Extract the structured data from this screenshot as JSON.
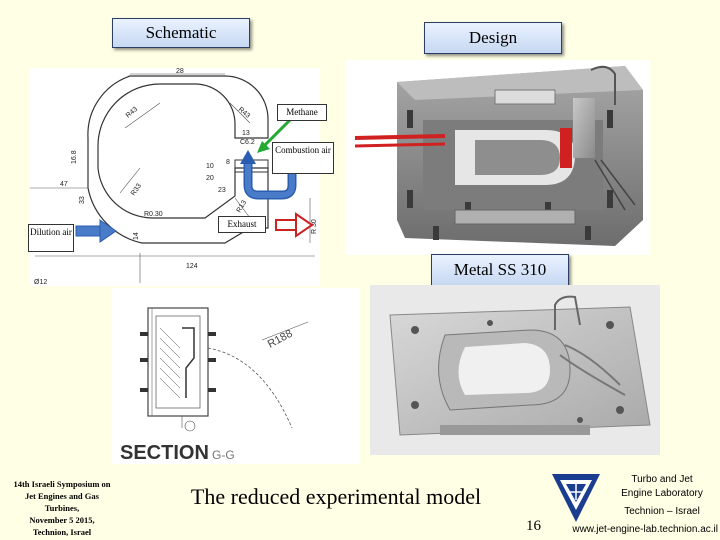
{
  "labels": {
    "schematic": "Schematic",
    "design": "Design",
    "metal": "Metal SS 310",
    "methane": "Methane",
    "combustion_air": "Combustion air",
    "exhaust": "Exhaust",
    "dilution_air": "Dilution air"
  },
  "drawing": {
    "dims": [
      "28",
      "R43",
      "R43",
      "13",
      "C6.2",
      "8",
      "10",
      "16.8",
      "20",
      "47",
      "33",
      "R33",
      "23",
      "R13",
      "R0.30",
      "14",
      "124",
      "R 30",
      "Ø12"
    ]
  },
  "section": {
    "title": "SECTION",
    "suffix": "G-G",
    "dim": "R188"
  },
  "footer": {
    "symposium_lines": [
      "14th Israeli Symposium on",
      "Jet Engines and Gas",
      "Turbines,",
      "November 5 2015,",
      "Technion, Israel"
    ],
    "title": "The reduced experimental model",
    "page": "16",
    "lab_line1": "Turbo and Jet",
    "lab_line2": "Engine Laboratory",
    "lab_line3": "Technion – Israel",
    "url": "www.jet-engine-lab.technion.ac.il"
  },
  "colors": {
    "background": "#ffffe6",
    "arrow_blue": "#4a7bc8",
    "arrow_red": "#cc2222",
    "arrow_green": "#22aa33",
    "logo_blue": "#1a3d8f"
  }
}
